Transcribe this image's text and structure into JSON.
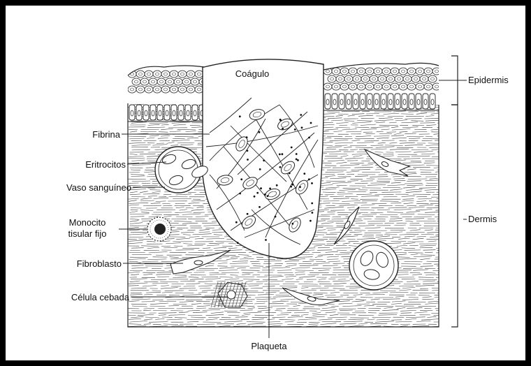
{
  "labels": {
    "clot": "Coágulo",
    "epidermis": "Epidermis",
    "dermis": "Dermis",
    "fibrin": "Fibrina",
    "erythrocytes": "Eritrocitos",
    "blood_vessel": "Vaso sanguíneo",
    "monocyte_line1": "Monocito",
    "monocyte_line2": "tisular fijo",
    "fibroblast": "Fibroblasto",
    "mast_cell": "Célula cebada",
    "platelet": "Plaqueta"
  },
  "colors": {
    "frame": "#000000",
    "ink": "#222222",
    "background": "#ffffff"
  }
}
